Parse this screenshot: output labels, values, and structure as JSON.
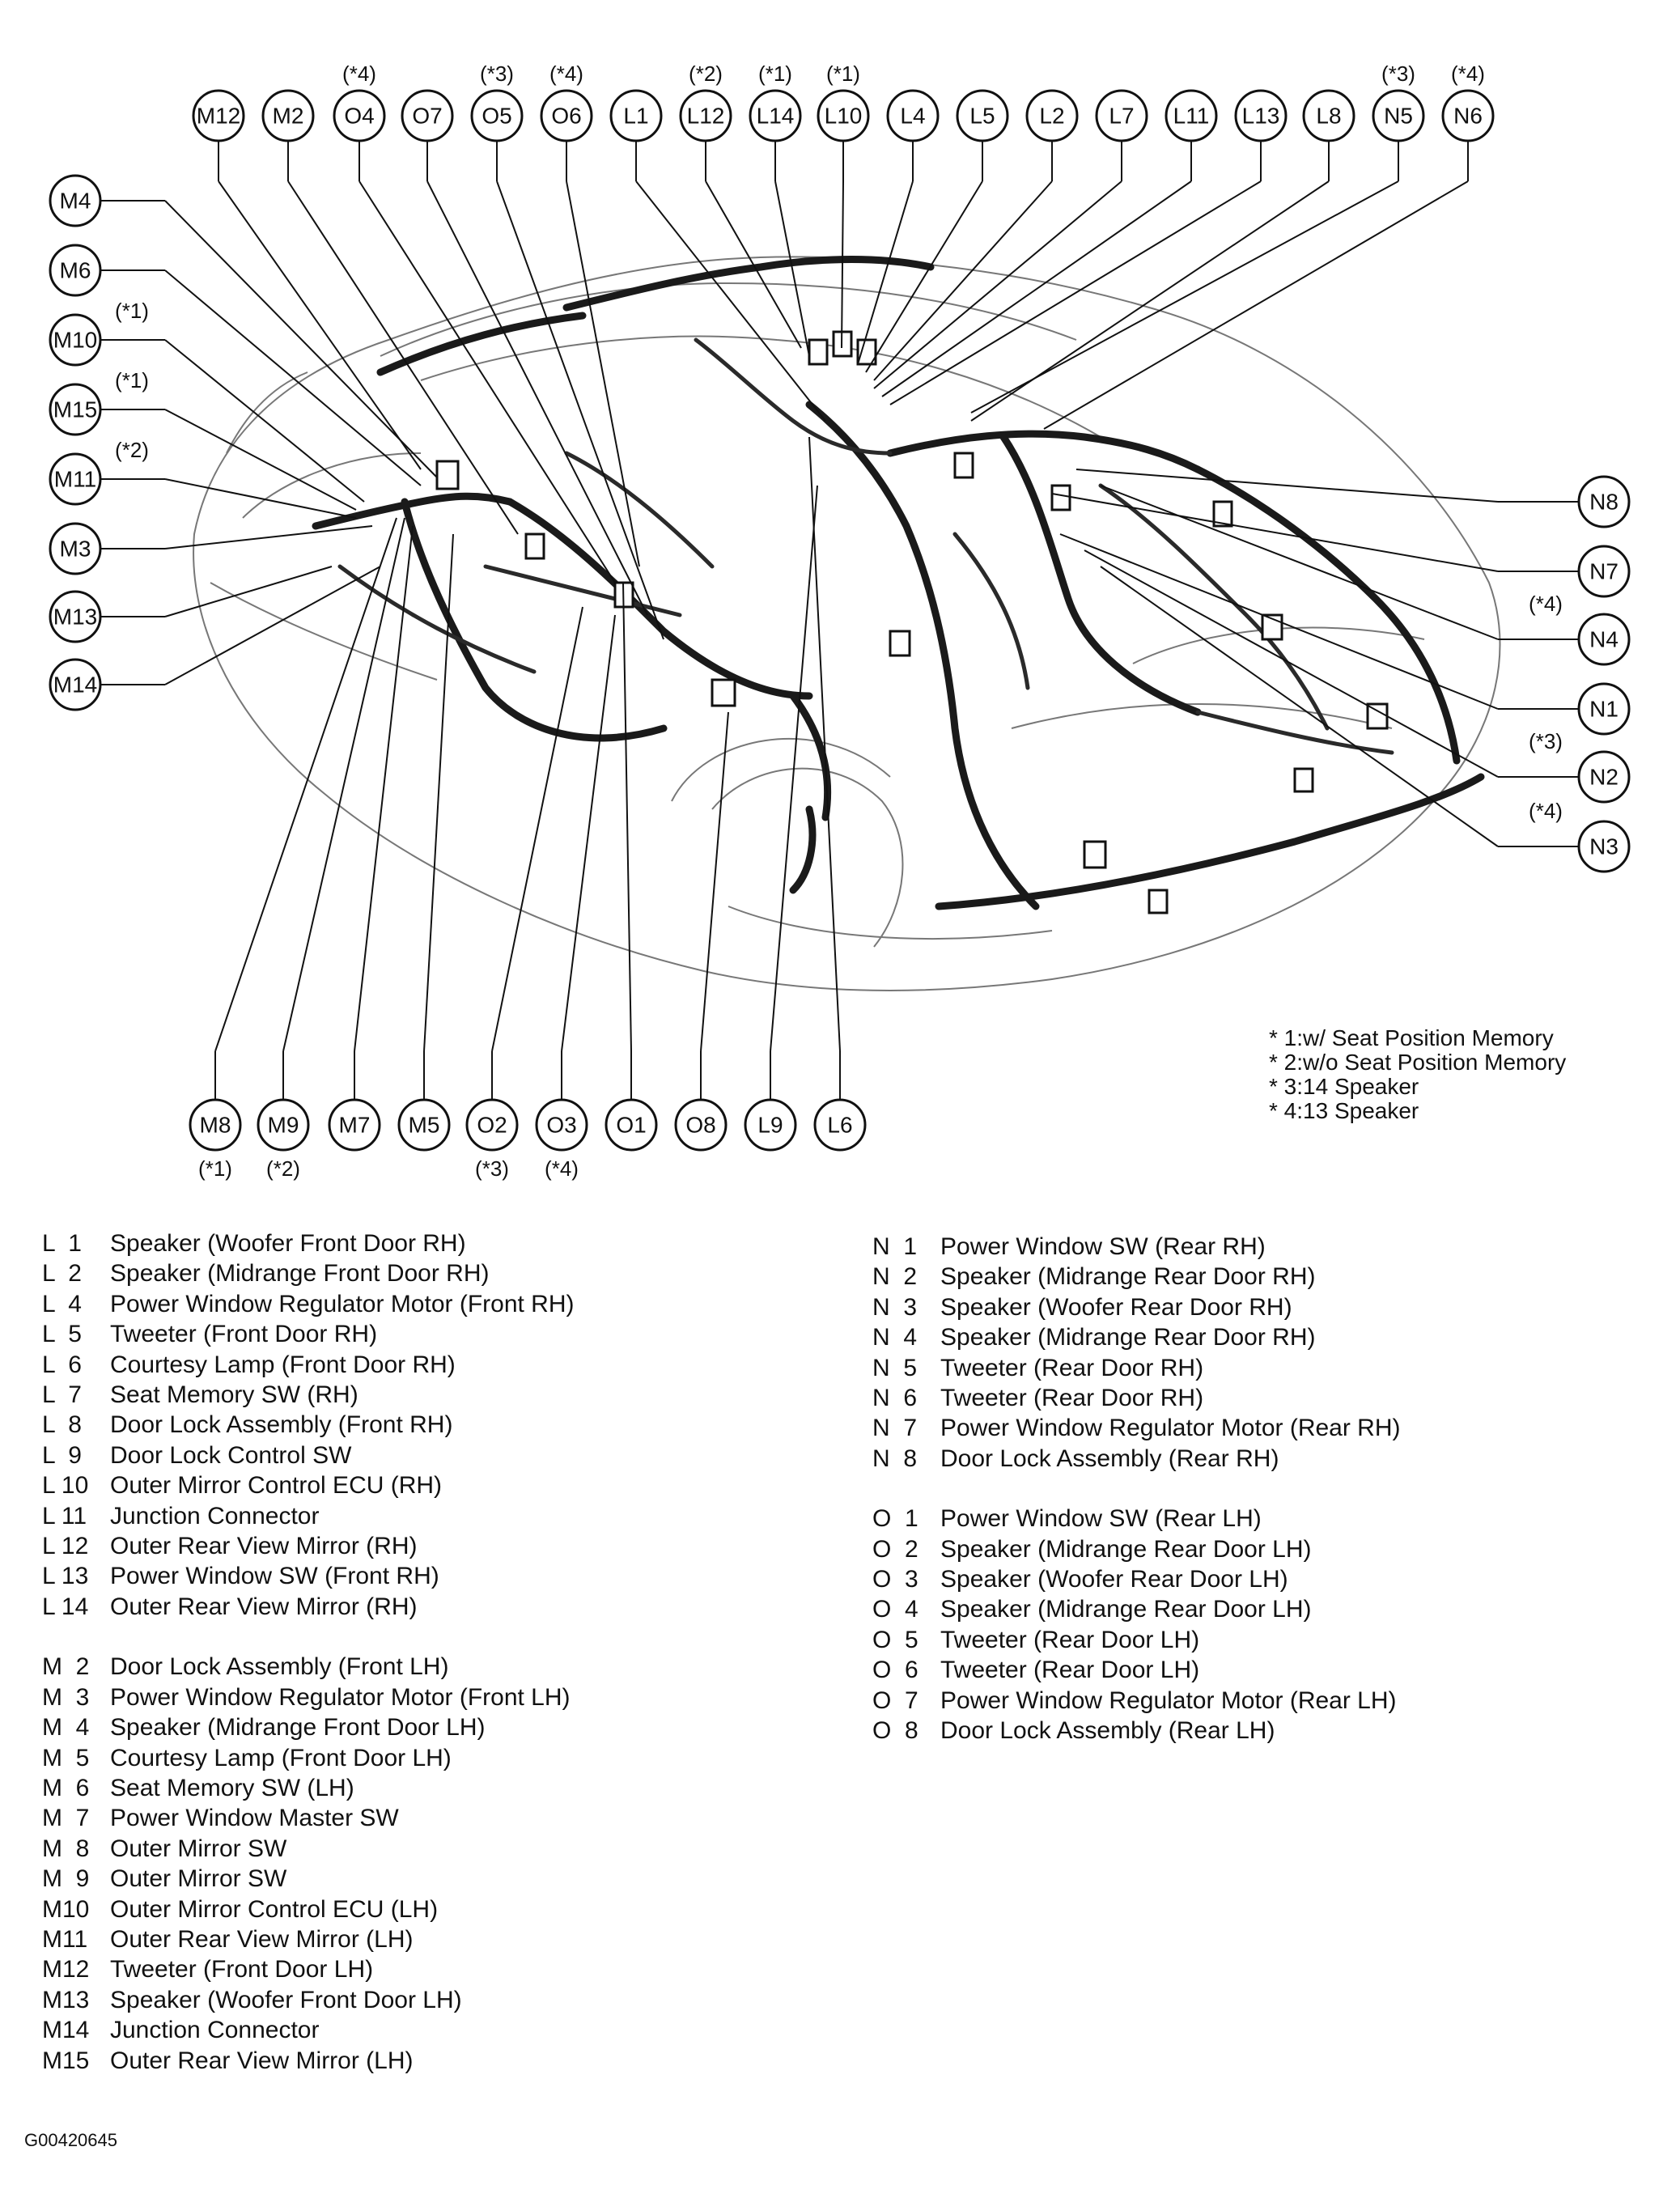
{
  "callouts_top": [
    {
      "code": "M12",
      "note": ""
    },
    {
      "code": "M2",
      "note": ""
    },
    {
      "code": "O4",
      "note": "(*4)"
    },
    {
      "code": "O7",
      "note": ""
    },
    {
      "code": "O5",
      "note": "(*3)"
    },
    {
      "code": "O6",
      "note": "(*4)"
    },
    {
      "code": "L1",
      "note": ""
    },
    {
      "code": "L12",
      "note": "(*2)"
    },
    {
      "code": "L14",
      "note": "(*1)"
    },
    {
      "code": "L10",
      "note": "(*1)"
    },
    {
      "code": "L4",
      "note": ""
    },
    {
      "code": "L5",
      "note": ""
    },
    {
      "code": "L2",
      "note": ""
    },
    {
      "code": "L7",
      "note": ""
    },
    {
      "code": "L11",
      "note": ""
    },
    {
      "code": "L13",
      "note": ""
    },
    {
      "code": "L8",
      "note": ""
    },
    {
      "code": "N5",
      "note": "(*3)"
    },
    {
      "code": "N6",
      "note": "(*4)"
    }
  ],
  "callouts_left": [
    {
      "code": "M4",
      "note": ""
    },
    {
      "code": "M6",
      "note": ""
    },
    {
      "code": "M10",
      "note": "(*1)"
    },
    {
      "code": "M15",
      "note": "(*1)"
    },
    {
      "code": "M11",
      "note": "(*2)"
    },
    {
      "code": "M3",
      "note": ""
    },
    {
      "code": "M13",
      "note": ""
    },
    {
      "code": "M14",
      "note": ""
    }
  ],
  "callouts_right": [
    {
      "code": "N8",
      "note": ""
    },
    {
      "code": "N7",
      "note": ""
    },
    {
      "code": "N4",
      "note": "(*4)"
    },
    {
      "code": "N1",
      "note": ""
    },
    {
      "code": "N2",
      "note": "(*3)"
    },
    {
      "code": "N3",
      "note": "(*4)"
    }
  ],
  "callouts_bottom": [
    {
      "code": "M8",
      "note": "(*1)"
    },
    {
      "code": "M9",
      "note": "(*2)"
    },
    {
      "code": "M7",
      "note": ""
    },
    {
      "code": "M5",
      "note": ""
    },
    {
      "code": "O2",
      "note": "(*3)"
    },
    {
      "code": "O3",
      "note": "(*4)"
    },
    {
      "code": "O1",
      "note": ""
    },
    {
      "code": "O8",
      "note": ""
    },
    {
      "code": "L9",
      "note": ""
    },
    {
      "code": "L6",
      "note": ""
    }
  ],
  "footnotes": [
    "* 1:w/ Seat Position Memory",
    "* 2:w/o Seat Position Memory",
    "* 3:14 Speaker",
    "* 4:13 Speaker"
  ],
  "legend_left": [
    {
      "code": "L  1",
      "desc": "Speaker (Woofer Front Door RH)"
    },
    {
      "code": "L  2",
      "desc": "Speaker (Midrange Front Door RH)"
    },
    {
      "code": "L  4",
      "desc": "Power Window Regulator Motor (Front RH)"
    },
    {
      "code": "L  5",
      "desc": "Tweeter (Front Door RH)"
    },
    {
      "code": "L  6",
      "desc": "Courtesy Lamp (Front Door RH)"
    },
    {
      "code": "L  7",
      "desc": "Seat Memory SW (RH)"
    },
    {
      "code": "L  8",
      "desc": "Door Lock Assembly (Front RH)"
    },
    {
      "code": "L  9",
      "desc": "Door Lock Control SW"
    },
    {
      "code": "L 10",
      "desc": "Outer Mirror Control ECU (RH)"
    },
    {
      "code": "L 11",
      "desc": "Junction Connector"
    },
    {
      "code": "L 12",
      "desc": "Outer Rear View Mirror (RH)"
    },
    {
      "code": "L 13",
      "desc": "Power Window SW (Front RH)"
    },
    {
      "code": "L 14",
      "desc": "Outer Rear View Mirror (RH)"
    },
    {
      "code": "",
      "desc": ""
    },
    {
      "code": "M  2",
      "desc": "Door Lock Assembly (Front LH)"
    },
    {
      "code": "M  3",
      "desc": "Power Window Regulator Motor (Front LH)"
    },
    {
      "code": "M  4",
      "desc": "Speaker (Midrange Front Door LH)"
    },
    {
      "code": "M  5",
      "desc": "Courtesy Lamp (Front Door LH)"
    },
    {
      "code": "M  6",
      "desc": "Seat Memory SW (LH)"
    },
    {
      "code": "M  7",
      "desc": "Power Window Master SW"
    },
    {
      "code": "M  8",
      "desc": "Outer Mirror SW"
    },
    {
      "code": "M  9",
      "desc": "Outer Mirror SW"
    },
    {
      "code": "M10",
      "desc": "Outer Mirror Control ECU (LH)"
    },
    {
      "code": "M11",
      "desc": "Outer Rear View Mirror (LH)"
    },
    {
      "code": "M12",
      "desc": "Tweeter (Front Door LH)"
    },
    {
      "code": "M13",
      "desc": "Speaker (Woofer Front Door LH)"
    },
    {
      "code": "M14",
      "desc": "Junction Connector"
    },
    {
      "code": "M15",
      "desc": "Outer Rear View Mirror (LH)"
    }
  ],
  "legend_right": [
    {
      "code": "N  1",
      "desc": "Power Window SW (Rear RH)"
    },
    {
      "code": "N  2",
      "desc": "Speaker (Midrange Rear Door RH)"
    },
    {
      "code": "N  3",
      "desc": "Speaker (Woofer Rear Door RH)"
    },
    {
      "code": "N  4",
      "desc": "Speaker (Midrange Rear Door RH)"
    },
    {
      "code": "N  5",
      "desc": "Tweeter (Rear Door RH)"
    },
    {
      "code": "N  6",
      "desc": "Tweeter (Rear Door RH)"
    },
    {
      "code": "N  7",
      "desc": "Power Window Regulator Motor (Rear RH)"
    },
    {
      "code": "N  8",
      "desc": "Door Lock Assembly (Rear RH)"
    },
    {
      "code": "",
      "desc": ""
    },
    {
      "code": "O  1",
      "desc": "Power Window SW (Rear LH)"
    },
    {
      "code": "O  2",
      "desc": "Speaker (Midrange Rear Door LH)"
    },
    {
      "code": "O  3",
      "desc": "Speaker (Woofer Rear Door LH)"
    },
    {
      "code": "O  4",
      "desc": "Speaker (Midrange Rear Door LH)"
    },
    {
      "code": "O  5",
      "desc": "Tweeter (Rear Door LH)"
    },
    {
      "code": "O  6",
      "desc": "Tweeter (Rear Door LH)"
    },
    {
      "code": "O  7",
      "desc": "Power Window Regulator Motor (Rear LH)"
    },
    {
      "code": "O  8",
      "desc": "Door Lock Assembly (Rear LH)"
    }
  ],
  "figure_id": "G00420645"
}
